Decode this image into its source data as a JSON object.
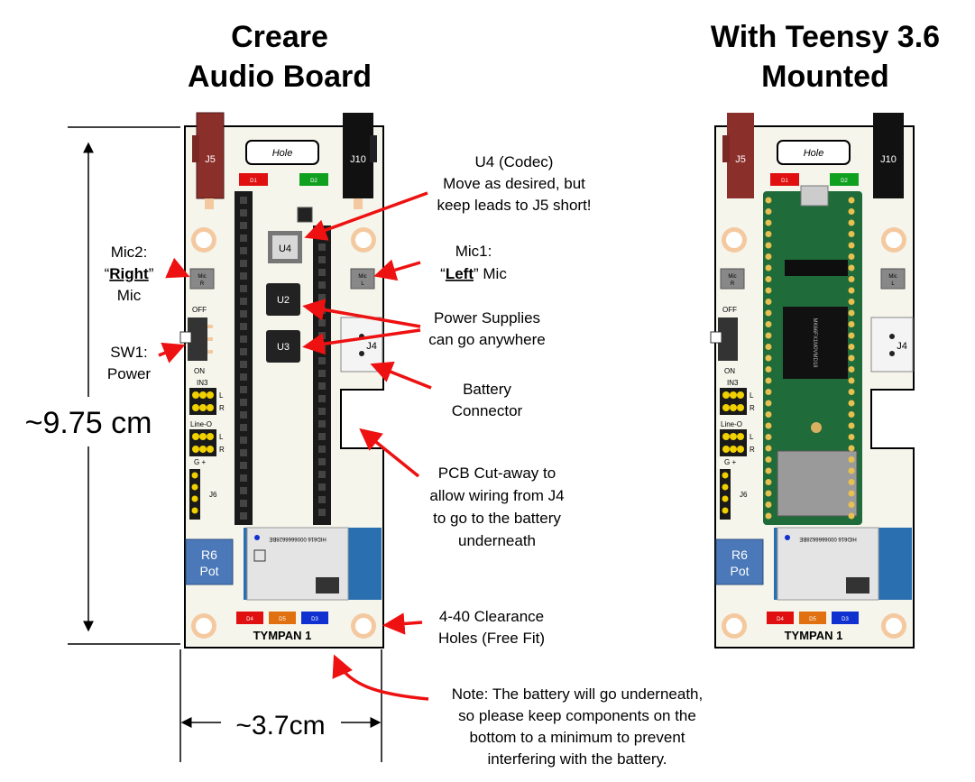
{
  "titles": {
    "left": [
      "Creare",
      "Audio Board"
    ],
    "right": [
      "With Teensy 3.6",
      "Mounted"
    ]
  },
  "board": {
    "name": "TYMPAN 1",
    "hole": "Hole",
    "j5": "J5",
    "j10": "J10",
    "j4": "J4",
    "j6": "J6",
    "d1": "D1",
    "d2": "D2",
    "d3": "D3",
    "d4": "D4",
    "d5": "D5",
    "u2": "U2",
    "u3": "U3",
    "u4": "U4",
    "mic": "Mic",
    "mic_r": "R",
    "mic_l": "L",
    "off": "OFF",
    "on": "ON",
    "in3": "IN3",
    "line_o": "Line-O",
    "l": "L",
    "r": "R",
    "g_plus": "G   +",
    "r6": "R6",
    "pot": "Pot",
    "module_text": "HID616 0006666628BE",
    "teensy_chip": "MK66FX1M0VMD18"
  },
  "dimensions": {
    "height": "~9.75 cm",
    "width": "~3.7cm"
  },
  "annotations": {
    "mic2": [
      "Mic2:",
      "“",
      "Right",
      "”",
      "Mic"
    ],
    "sw1": [
      "SW1:",
      "Power"
    ],
    "u4": [
      "U4 (Codec)",
      "Move as desired, but",
      "keep leads to J5 short!"
    ],
    "mic1": [
      "Mic1:",
      "“",
      "Left",
      "” Mic"
    ],
    "power": [
      "Power Supplies",
      "can go anywhere"
    ],
    "battery": [
      "Battery",
      "Connector"
    ],
    "cutaway": [
      "PCB Cut-away to",
      "allow wiring from J4",
      "to go to the battery",
      "underneath"
    ],
    "holes": [
      "4-40 Clearance",
      "Holes (Free Fit)"
    ],
    "note": [
      "Note: The battery will go underneath,",
      "so please keep components on the",
      "bottom to a minimum to prevent",
      "interfering with the battery."
    ]
  },
  "colors": {
    "arrow": "#ee1111",
    "board_fill": "#f5f5ec",
    "d1": "#e01010",
    "d2": "#10a020",
    "d3": "#1030d0",
    "d4": "#e01010",
    "d5": "#e07010",
    "pot": "#4a78b8",
    "jack_red": "#8b2f2a",
    "teensy": "#1f6b3a"
  }
}
